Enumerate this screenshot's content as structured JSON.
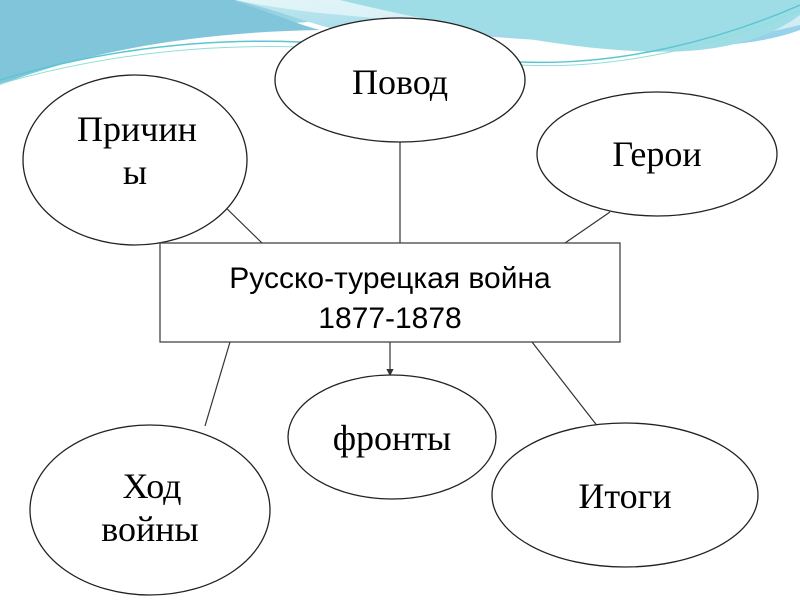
{
  "center": {
    "line1": "Русско-турецкая война",
    "line2": "1877-1878"
  },
  "nodes": {
    "povod": "Повод",
    "prichiny_1": "Причин",
    "prichiny_2": "ы",
    "geroi": "Герои",
    "fronty": "фронты",
    "khod_1": "Ход",
    "khod_2": "войны",
    "itogi": "Итоги"
  },
  "colors": {
    "wave_dark": "#6fc3d8",
    "wave_light": "#a8e0e8",
    "accent": "#5cc6d0"
  }
}
